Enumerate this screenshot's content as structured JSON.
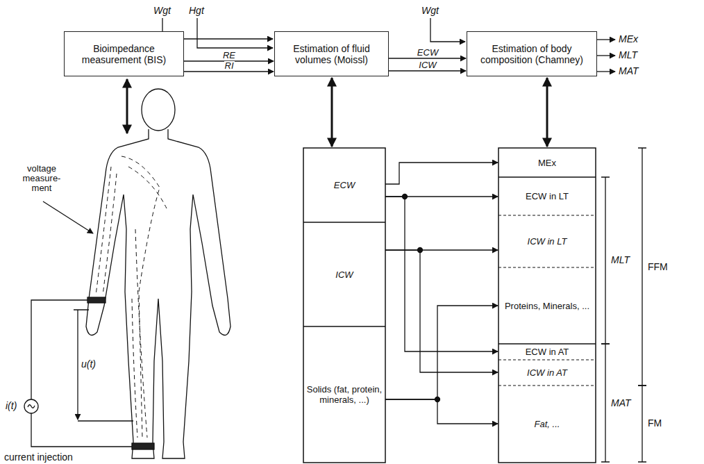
{
  "diagram": {
    "nodes": [
      {
        "text": [
          "Bioimpedance measurement (BIS)"
        ]
      },
      {
        "text": [
          "Estimation of fluid volumes (Moissl)"
        ]
      },
      {
        "text": [
          "Estimation of body composition (Chamney)"
        ]
      },
      {
        "text": [
          "ECW"
        ]
      },
      {
        "text": [
          "ICW"
        ]
      },
      {
        "text": [
          "Solids (fat, protein, minerals, ...)"
        ]
      },
      {
        "text": [
          "MEx"
        ]
      },
      {
        "text": [
          "ECW in LT"
        ]
      },
      {
        "text": [
          "ICW in LT"
        ]
      },
      {
        "text": [
          "Proteins, Minerals, ..."
        ]
      },
      {
        "text": [
          "ECW in AT"
        ]
      },
      {
        "text": [
          "ICW in AT"
        ]
      },
      {
        "text": [
          "Fat, ..."
        ]
      }
    ],
    "edges": [
      {
        "from": 0,
        "to": 1,
        "arrow": "to",
        "label": "RE"
      },
      {
        "from": 0,
        "to": 1,
        "arrow": "to",
        "label": "RI"
      },
      {
        "from": 1,
        "to": 2,
        "arrow": "to",
        "label": "ECW"
      },
      {
        "from": 1,
        "to": 2,
        "arrow": "to",
        "label": "ICW"
      },
      {
        "from": 1,
        "to": 3,
        "arrow": "both"
      },
      {
        "from": 2,
        "to": 6,
        "arrow": "both"
      },
      {
        "from": 3,
        "to": 6,
        "arrow": "to"
      },
      {
        "from": 3,
        "to": 7,
        "arrow": "to"
      },
      {
        "from": 3,
        "to": 10,
        "arrow": "to"
      },
      {
        "from": 4,
        "to": 8,
        "arrow": "to"
      },
      {
        "from": 4,
        "to": 11,
        "arrow": "to"
      },
      {
        "from": 5,
        "to": 9,
        "arrow": "to"
      },
      {
        "from": 5,
        "to": 12,
        "arrow": "to"
      }
    ],
    "labels": [
      "Wgt",
      "Hgt",
      "Wgt",
      "MEx",
      "MLT",
      "MAT",
      "voltage measure- ment",
      "i(t)",
      "u(t)",
      "current injection",
      "MLT",
      "FFM",
      "MAT",
      "FM"
    ]
  }
}
